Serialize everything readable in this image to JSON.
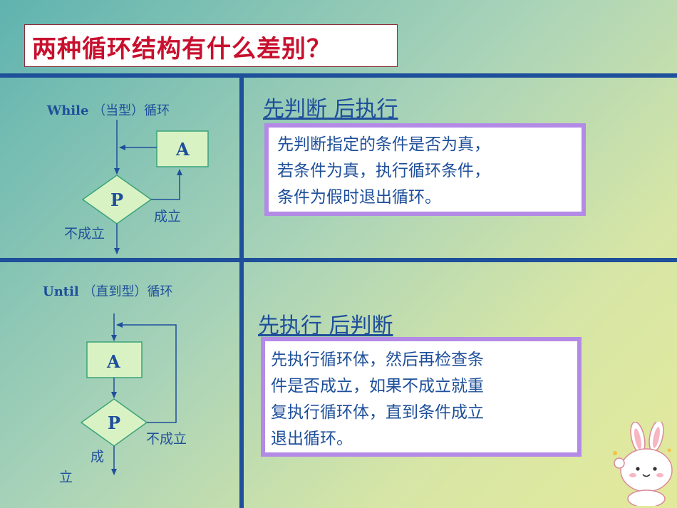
{
  "title": "两种循环结构有什么差别？",
  "while": {
    "title_en": "While",
    "title_zh": "（当型）循环",
    "box": "A",
    "decision": "P",
    "yes_label": "成立",
    "no_label": "不成立",
    "heading": "先判断  后执行",
    "desc": [
      "先判断指定的条件是否为真，",
      "若条件为真，执行循环条件，",
      "条件为假时退出循环。"
    ]
  },
  "until": {
    "title_en": "Until",
    "title_zh": "（直到型）循环",
    "box": "A",
    "decision": "P",
    "no_label": "不成立",
    "yes_label_1": "成",
    "yes_label_2": "立",
    "heading": "先执行  后判断",
    "desc": [
      "先执行循环体，然后再检查条",
      "件是否成立，如果不成立就重",
      "复执行循环体，直到条件成立",
      "退出循环。"
    ]
  },
  "colors": {
    "line": "#1e4f9a",
    "title": "#c8102e",
    "box_border": "#b38ae6",
    "shape_fill": "#d9f2c4",
    "shape_stroke": "#3aa37a"
  }
}
